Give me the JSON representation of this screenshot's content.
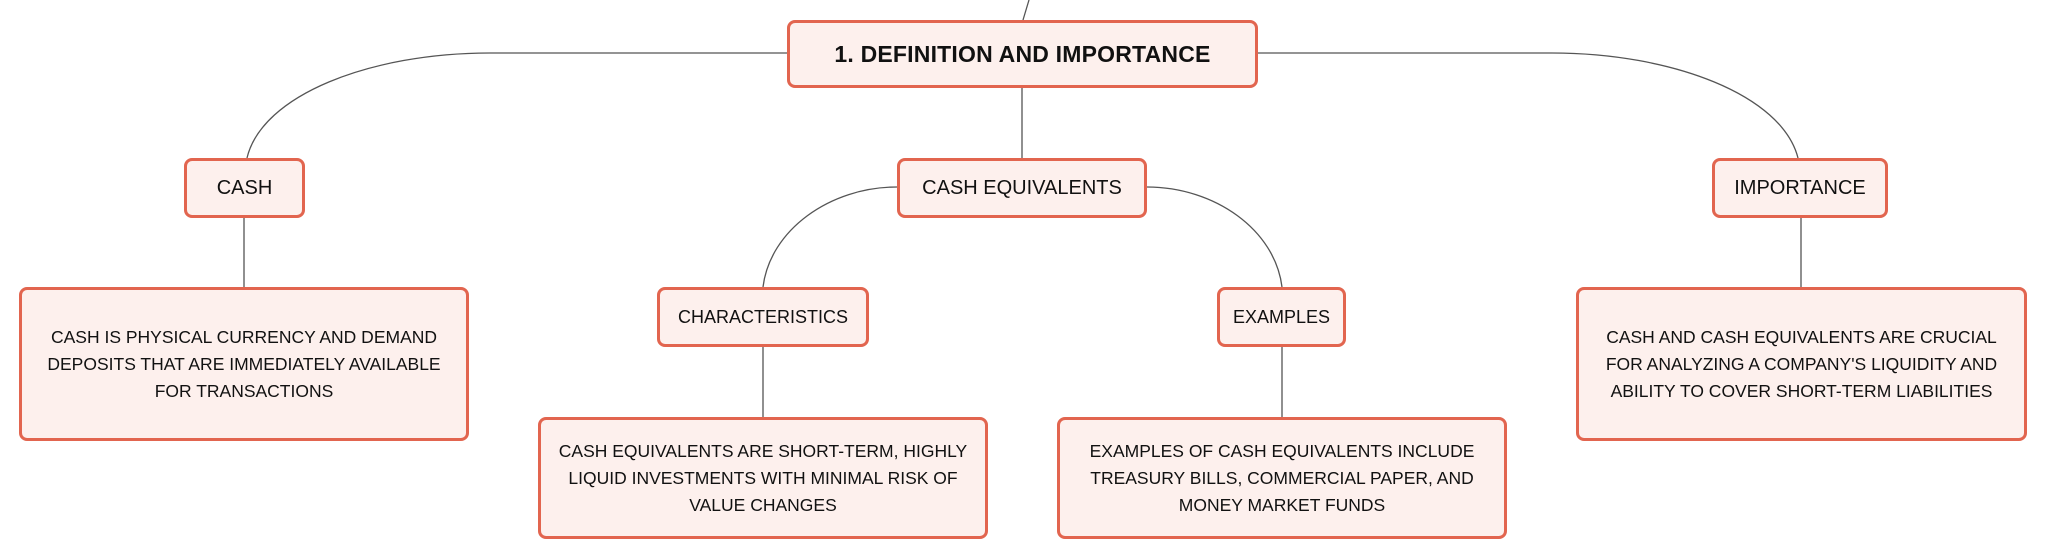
{
  "mindmap": {
    "root": {
      "label": "1. DEFINITION AND IMPORTANCE"
    },
    "cash": {
      "label": "CASH",
      "detail": "CASH IS PHYSICAL CURRENCY AND DEMAND DEPOSITS THAT ARE IMMEDIATELY AVAILABLE FOR TRANSACTIONS"
    },
    "cash_equivalents": {
      "label": "CASH EQUIVALENTS",
      "characteristics": {
        "label": "CHARACTERISTICS",
        "detail": "CASH EQUIVALENTS ARE SHORT-TERM, HIGHLY LIQUID INVESTMENTS WITH MINIMAL RISK OF VALUE CHANGES"
      },
      "examples": {
        "label": "EXAMPLES",
        "detail": "EXAMPLES OF CASH EQUIVALENTS INCLUDE TREASURY BILLS, COMMERCIAL PAPER, AND MONEY MARKET FUNDS"
      }
    },
    "importance": {
      "label": "IMPORTANCE",
      "detail": "CASH AND CASH EQUIVALENTS ARE CRUCIAL FOR ANALYZING A COMPANY'S LIQUIDITY AND ABILITY TO COVER SHORT-TERM LIABILITIES"
    }
  },
  "colors": {
    "node_border": "#e2654f",
    "node_fill": "#fdf0ed",
    "connector": "#555555"
  }
}
